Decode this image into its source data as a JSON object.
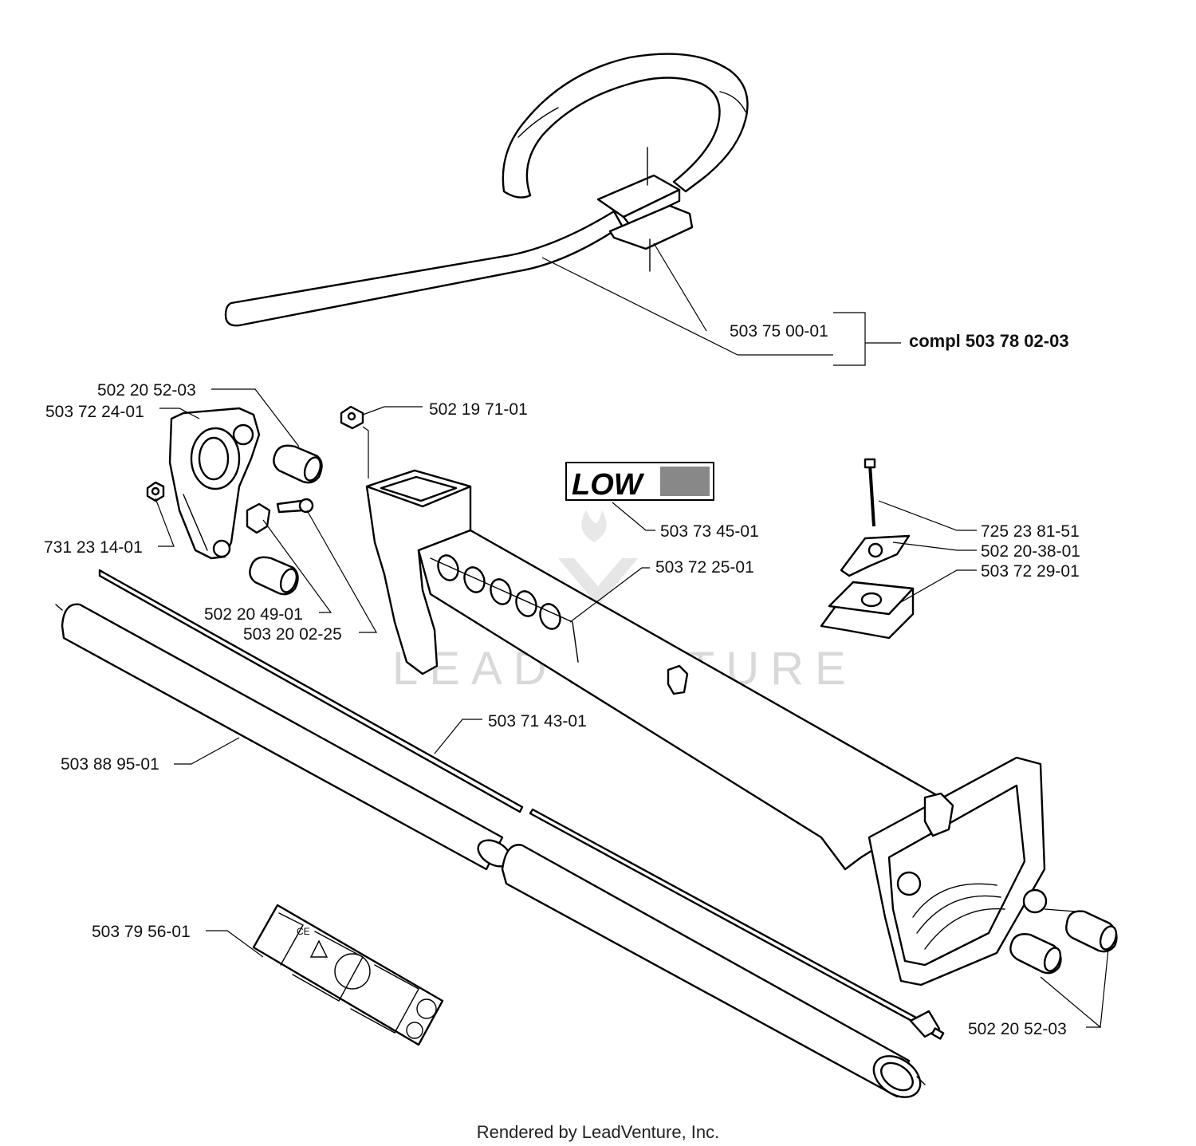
{
  "diagram": {
    "labels": {
      "handle": "503 75 00-01",
      "handle_compl": "compl 503 78 02-03",
      "cap_top": "502 20 52-03",
      "bracket": "503 72 24-01",
      "nut_small": "502 19 71-01",
      "decal_low": "503 73 45-01",
      "housing": "503 72 25-01",
      "bolt": "725 23 81-51",
      "knob": "502 20-38-01",
      "clamp": "503 72 29-01",
      "nut": "731 23 14-01",
      "clip": "502 20 49-01",
      "screw": "503 20 02-25",
      "driveshaft": "503 71 43-01",
      "tube": "503 88 95-01",
      "decal_warning": "503 79 56-01",
      "cap_bottom": "502 20 52-03"
    },
    "decal_text": "LOW",
    "watermark": "LEADVENTURE",
    "footer": "Rendered by LeadVenture, Inc."
  },
  "colors": {
    "line": "#000000",
    "watermark": "#d9d9d9",
    "background": "#ffffff"
  }
}
